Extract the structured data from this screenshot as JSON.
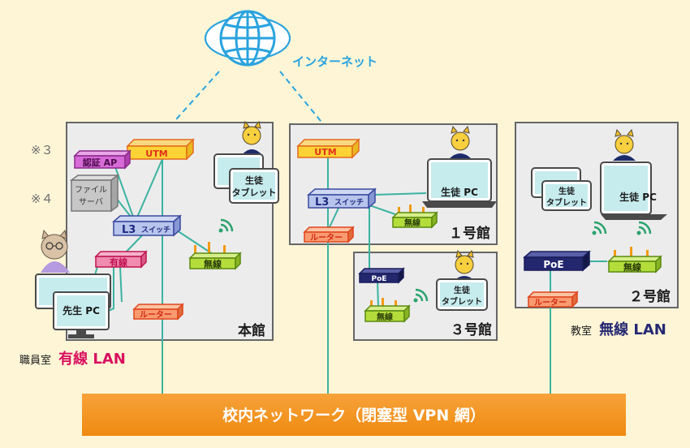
{
  "internet": {
    "label": "インターネット"
  },
  "notes": {
    "n3": "※３",
    "n4": "※４"
  },
  "buildings": {
    "main": {
      "name": "本館",
      "utm": "UTM",
      "auth_ap": "認証 AP",
      "file_server_line1": "ファイル",
      "file_server_line2": "サーバ",
      "l3_prefix": "L3",
      "l3_suffix": "スイッチ",
      "wired": "有線",
      "wireless": "無線",
      "router": "ルーター",
      "teacher_pc": "先生 PC",
      "tablet_line1": "生徒",
      "tablet_line2": "タブレット"
    },
    "b1": {
      "name": "１号館",
      "utm": "UTM",
      "l3_prefix": "L3",
      "l3_suffix": "スイッチ",
      "wireless": "無線",
      "router": "ルーター",
      "student_pc": "生徒 PC"
    },
    "b3": {
      "name": "３号館",
      "poe": "PoE",
      "wireless": "無線",
      "tablet_line1": "生徒",
      "tablet_line2": "タブレット"
    },
    "b2": {
      "name": "２号館",
      "poe": "PoE",
      "wireless": "無線",
      "router": "ルーター",
      "student_pc": "生徒 PC",
      "tablet_line1": "生徒",
      "tablet_line2": "タブレット"
    }
  },
  "labels": {
    "staff_room_prefix": "職員室",
    "staff_room_lan": "有線 LAN",
    "classroom_prefix": "教室",
    "classroom_lan": "無線 LAN"
  },
  "campus_network": {
    "label": "校内ネットワーク（閉塞型 VPN 網）"
  },
  "colors": {
    "background": "#fdf5d6",
    "line": "#3bb3a0",
    "internet": "#2aa3de",
    "orange_bar": "#f5941e",
    "utm_fill": "#fcd235",
    "wired_pink": "#d9105f",
    "wireless_navy": "#252873",
    "wireless_green": "#a8d62a"
  }
}
